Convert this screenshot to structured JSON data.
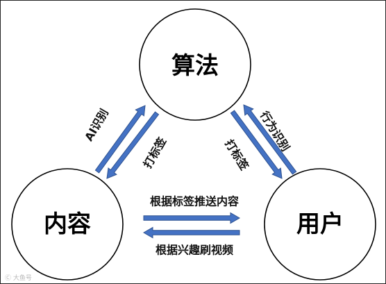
{
  "nodes": {
    "algorithm": {
      "label": "算法"
    },
    "content": {
      "label": "内容"
    },
    "user": {
      "label": "用户"
    }
  },
  "edges": {
    "content_to_algorithm": {
      "label": "AI识别"
    },
    "algorithm_to_content": {
      "label": "打标签"
    },
    "user_to_algorithm": {
      "label": "行为识别"
    },
    "algorithm_to_user": {
      "label": "打标签"
    },
    "content_to_user": {
      "label": "根据标签推送内容"
    },
    "user_to_content": {
      "label": "根据兴趣刷视频"
    }
  },
  "colors": {
    "arrow_fill": "#4472c4",
    "arrow_stroke": "#2f528f",
    "circle_stroke": "#000000"
  },
  "watermark": {
    "text": "Ⓒ 大鱼号"
  }
}
